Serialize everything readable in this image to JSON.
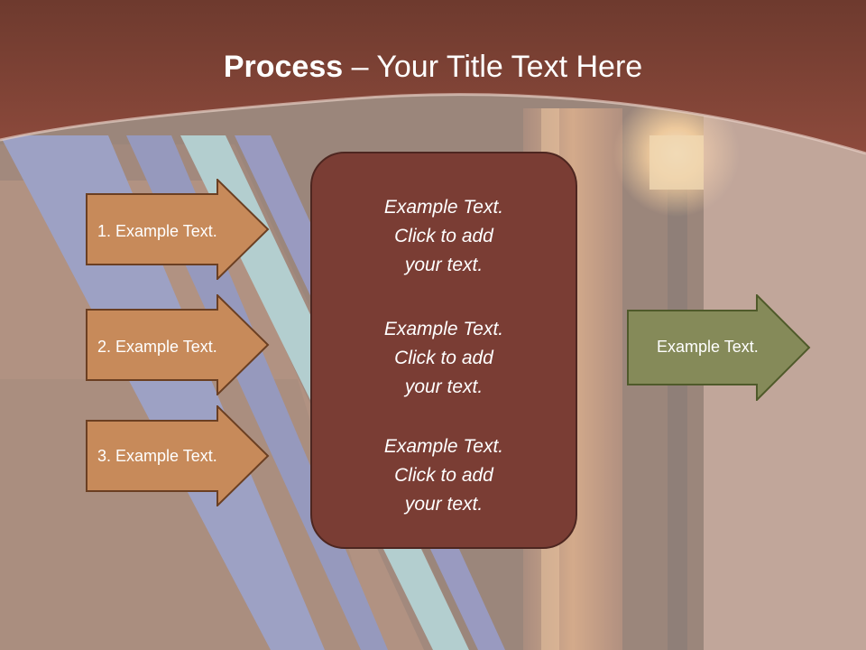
{
  "slide": {
    "title_bold": "Process",
    "title_rest": " – Your Title Text Here",
    "left_arrows": [
      {
        "label": "1. Example Text."
      },
      {
        "label": "2. Example Text."
      },
      {
        "label": "3. Example Text."
      }
    ],
    "center_blocks": [
      {
        "line1": "Example Text.",
        "line2": "Click  to add",
        "line3": "your text."
      },
      {
        "line1": "Example Text.",
        "line2": "Click  to add",
        "line3": "your text."
      },
      {
        "line1": "Example Text.",
        "line2": "Click  to add",
        "line3": "your text."
      }
    ],
    "right_arrow": {
      "label": "Example Text."
    },
    "colors": {
      "header": "#8a4438",
      "left_arrow_fill": "#c78a5a",
      "left_arrow_stroke": "#6b3f22",
      "center_fill": "#7a3d34",
      "right_arrow_fill": "#858a59",
      "right_arrow_stroke": "#4f5a2a"
    }
  }
}
